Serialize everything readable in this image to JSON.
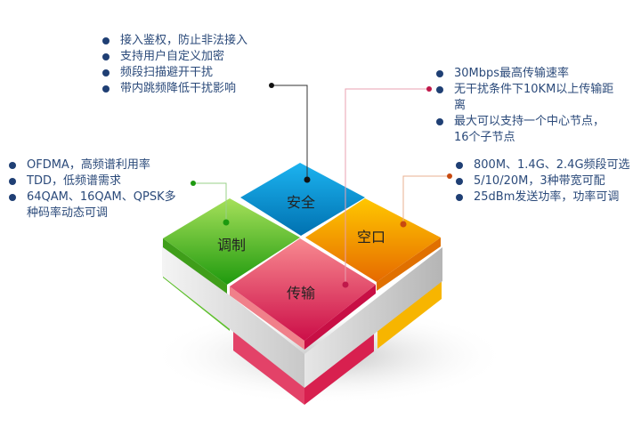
{
  "tiles": {
    "security": "安全",
    "modulation": "调制",
    "air_interface": "空口",
    "transmission": "传输"
  },
  "security_features": [
    "接入鉴权，防止非法接入",
    "支持用户自定义加密",
    "频段扫描避开干扰",
    "带内跳频降低干扰影响"
  ],
  "transmission_features": [
    "30Mbps最高传输速率",
    "无干扰条件下10KM以上传输距离",
    "最大可以支持一个中心节点，16个子节点"
  ],
  "air_interface_features": [
    "800M、1.4G、2.4G频段可选",
    "5/10/20M，3种带宽可配",
    "25dBm发送功率，功率可调"
  ],
  "modulation_features": [
    "OFDMA，高频谱利用率",
    "TDD，低频谱需求",
    "64QAM、16QAM、QPSK多种码率动态可调"
  ],
  "colors": {
    "security": "#0a8fd0",
    "modulation": "#4fb82a",
    "air_interface": "#f59c00",
    "transmission": "#e0405e",
    "text": "#2b4a7a"
  }
}
